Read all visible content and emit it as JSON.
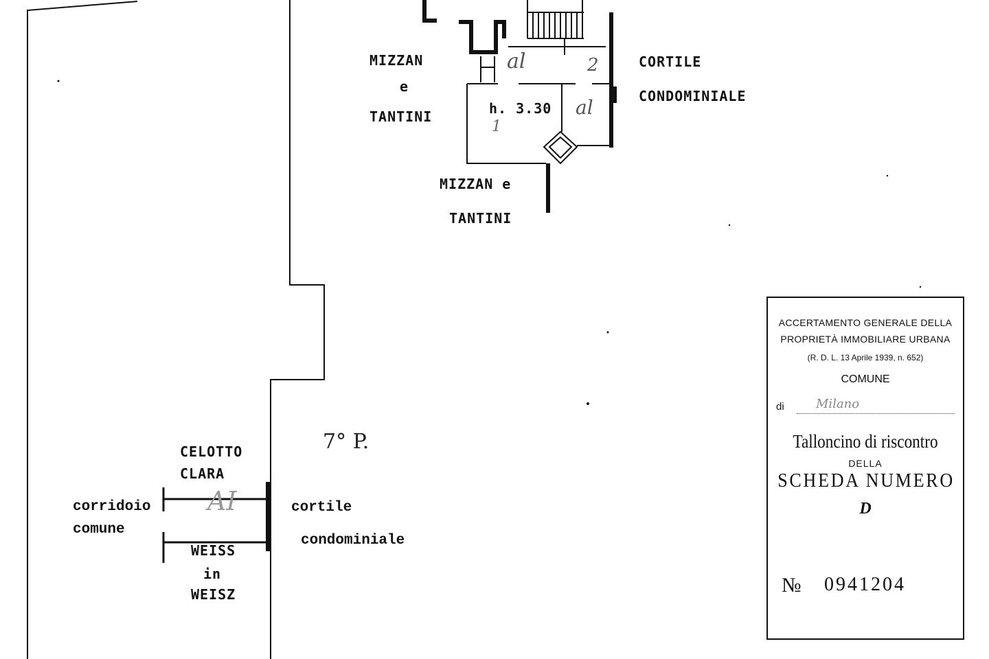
{
  "labels": {
    "mizzan_top": "MIZZAN",
    "e_top": "e",
    "tantini_top": "TANTINI",
    "cortile_top": "CORTILE",
    "condominiale_top": "CONDOMINIALE",
    "height": "h. 3.30",
    "mizzan_bottom": "MIZZAN e",
    "tantini_bottom": "TANTINI",
    "floor": "7° P.",
    "celotto": "CELOTTO",
    "clara": "CLARA",
    "corridoio": "corridoio",
    "comune_lbl": "comune",
    "cortile_low": "cortile",
    "condominiale_low": "condominiale",
    "weiss": "WEISS",
    "in": "in",
    "weisz": "WEISZ"
  },
  "handwriting": {
    "a1": "al",
    "n2": "2",
    "n1": "1",
    "a1b": "al",
    "big": "AI"
  },
  "stamp": {
    "line1": "ACCERTAMENTO GENERALE DELLA",
    "line2": "PROPRIETÀ IMMOBILIARE URBANA",
    "line3": "(R. D. L. 13 Aprile 1939, n. 652)",
    "comune": "COMUNE",
    "di": "di",
    "di_value": "Milano",
    "talloncino": "Talloncino di riscontro",
    "della": "DELLA",
    "scheda": "SCHEDA NUMERO",
    "letter": "D",
    "number_symbol": "№",
    "number": "0941204"
  }
}
